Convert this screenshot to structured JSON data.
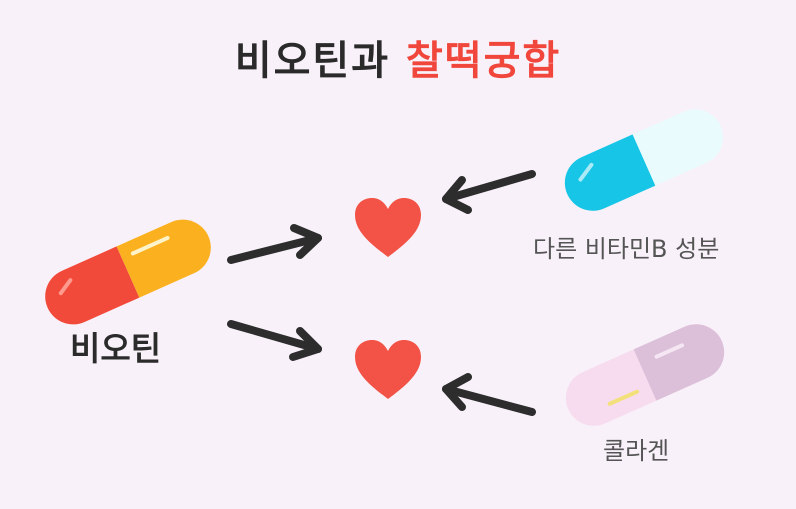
{
  "title": {
    "part1": "비오틴과",
    "part2": "찰떡궁합"
  },
  "items": {
    "biotin": "비오틴",
    "vitamin_b": "다른 비타민B 성분",
    "collagen": "콜라겐"
  },
  "colors": {
    "background": "#f8f1f9",
    "title_dark": "#2a2a2a",
    "title_red": "#f0463c",
    "heart": "#f25346",
    "arrow": "#2d2d2d",
    "biotin_capsule": [
      "#f24a3a",
      "#fbb11f"
    ],
    "vitamin_b_capsule": [
      "#17c6e6",
      "#eafbfd"
    ],
    "collagen_capsule": [
      "#f6dcee",
      "#dcbfd8"
    ]
  },
  "icons": [
    "capsule-icon",
    "heart-icon",
    "arrow-icon"
  ]
}
